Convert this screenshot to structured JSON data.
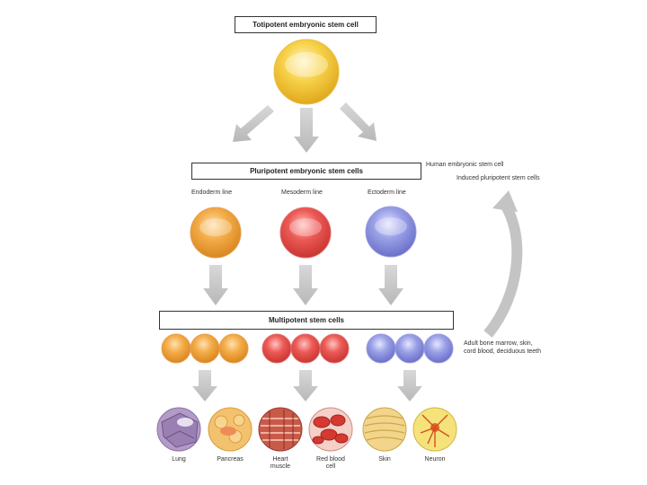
{
  "diagram": {
    "totipotent_label": "Totipotent embryonic stem cell",
    "pluripotent_label": "Pluripotent embryonic stem cells",
    "multipotent_label": "Multipotent stem cells",
    "lines": {
      "endoderm": "Endoderm line",
      "mesoderm": "Mesoderm line",
      "ectoderm": "Ectoderm line"
    },
    "side_notes": {
      "human_esc": "Human embryonic stem cell",
      "ipsc": "Induced pluripotent stem cells",
      "adult_line1": "Adult bone marrow, skin,",
      "adult_line2": "cord blood, deciduous teeth"
    },
    "tissues": {
      "lung": "Lung",
      "pancreas": "Pancreas",
      "heart_line1": "Heart",
      "heart_line2": "muscle",
      "rbc_line1": "Red blood",
      "rbc_line2": "cell",
      "skin": "Skin",
      "neuron": "Neuron"
    },
    "colors": {
      "yellow": "#f3c62a",
      "orange": "#f0a63a",
      "red": "#e9534f",
      "blue": "#8a90dd",
      "arrow": "#c4c4c4"
    }
  }
}
